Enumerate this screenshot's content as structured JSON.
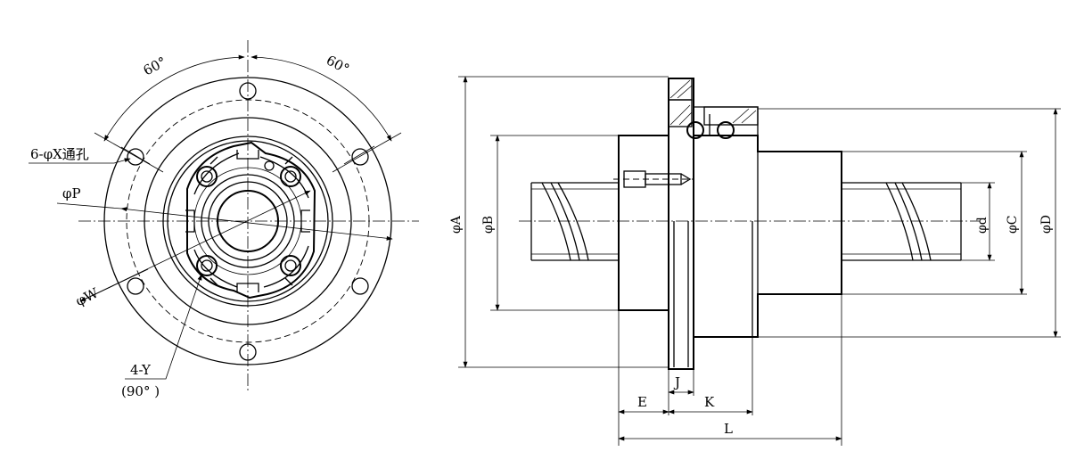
{
  "front_view": {
    "angle_left": "60°",
    "angle_right": "60°",
    "mount_hole_label": "6-φX通孔",
    "pcd_label": "φP",
    "w_label": "φW",
    "oil_hole_label": "4-Y",
    "oil_hole_angle": "(90° )"
  },
  "side_view": {
    "dim_A": "φA",
    "dim_B": "φB",
    "dim_d": "φd",
    "dim_C": "φC",
    "dim_D": "φD",
    "dim_E": "E",
    "dim_J": "J",
    "dim_K": "K",
    "dim_L": "L"
  }
}
